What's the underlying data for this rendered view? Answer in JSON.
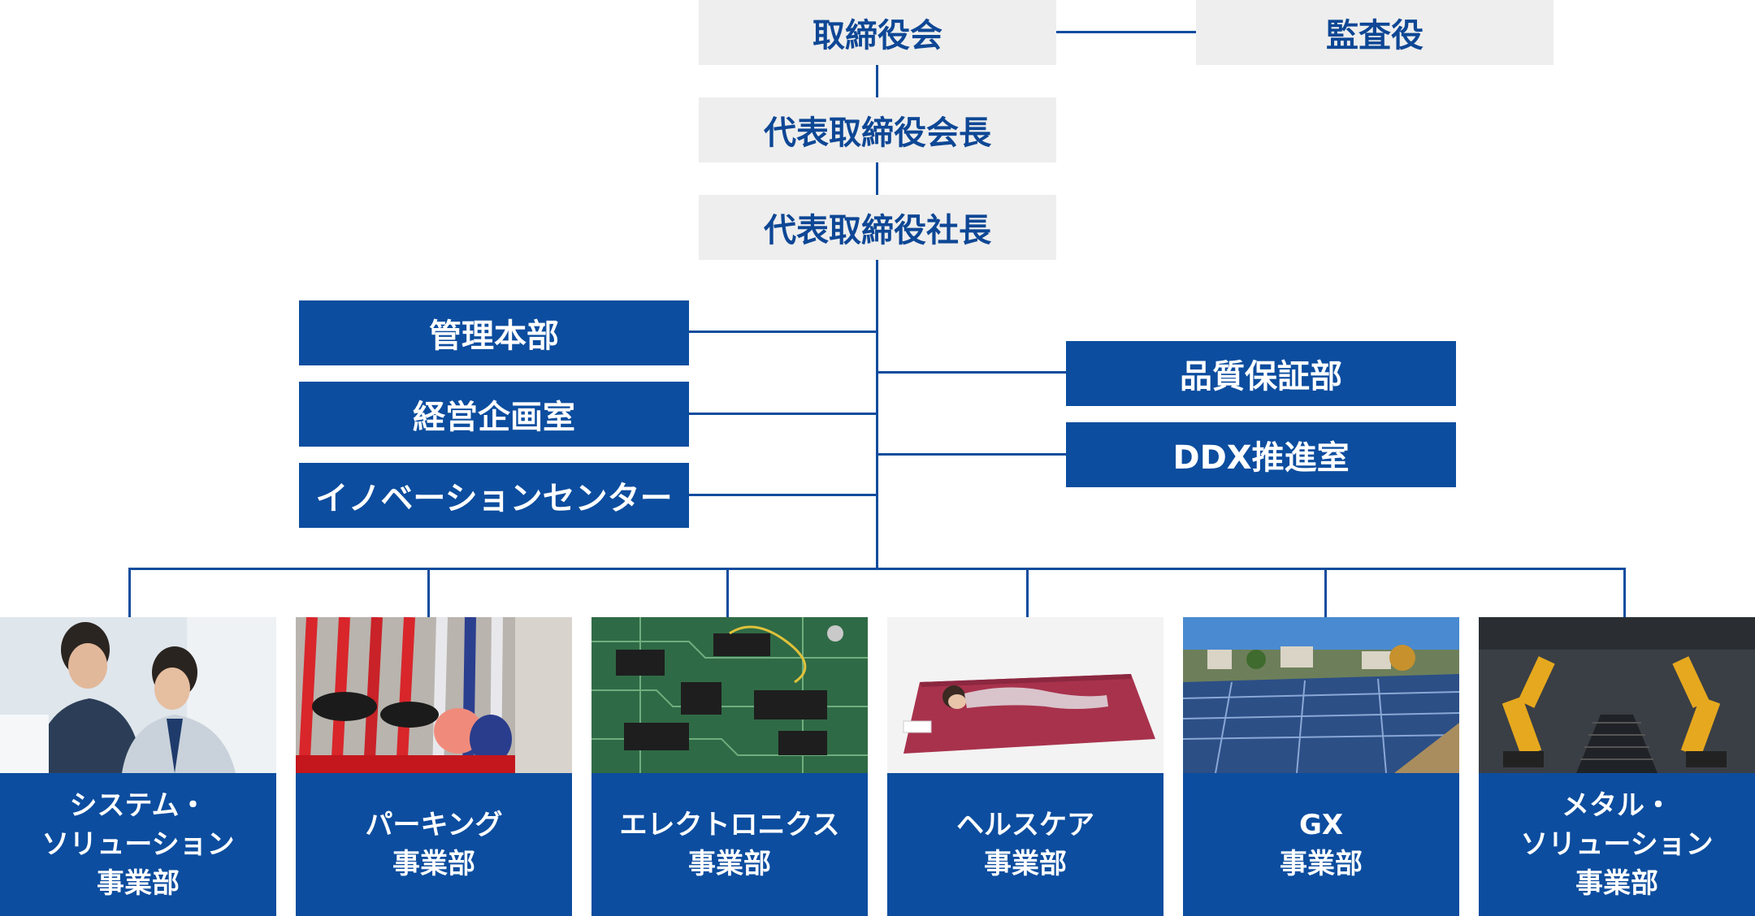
{
  "top": {
    "board": "取締役会",
    "auditor": "監査役",
    "chairman": "代表取締役会長",
    "president": "代表取締役社長"
  },
  "staff_left": [
    "管理本部",
    "経営企画室",
    "イノベーションセンター"
  ],
  "staff_right": [
    "品質保証部",
    "DDX推進室"
  ],
  "divisions": [
    {
      "lines": [
        "システム・",
        "ソリューション",
        "事業部"
      ],
      "photo": "engineers-photo"
    },
    {
      "lines": [
        "パーキング",
        "事業部"
      ],
      "photo": "bicycles-photo"
    },
    {
      "lines": [
        "エレクトロニクス",
        "事業部"
      ],
      "photo": "circuit-board-photo"
    },
    {
      "lines": [
        "ヘルスケア",
        "事業部"
      ],
      "photo": "heated-mat-photo"
    },
    {
      "lines": [
        "GX",
        "事業部"
      ],
      "photo": "solar-farm-photo"
    },
    {
      "lines": [
        "メタル・",
        "ソリューション",
        "事業部"
      ],
      "photo": "robot-arms-photo"
    }
  ],
  "colors": {
    "navy": "#0c4d9f",
    "gray_box": "#eeeeee",
    "line": "#0f4c9e"
  }
}
